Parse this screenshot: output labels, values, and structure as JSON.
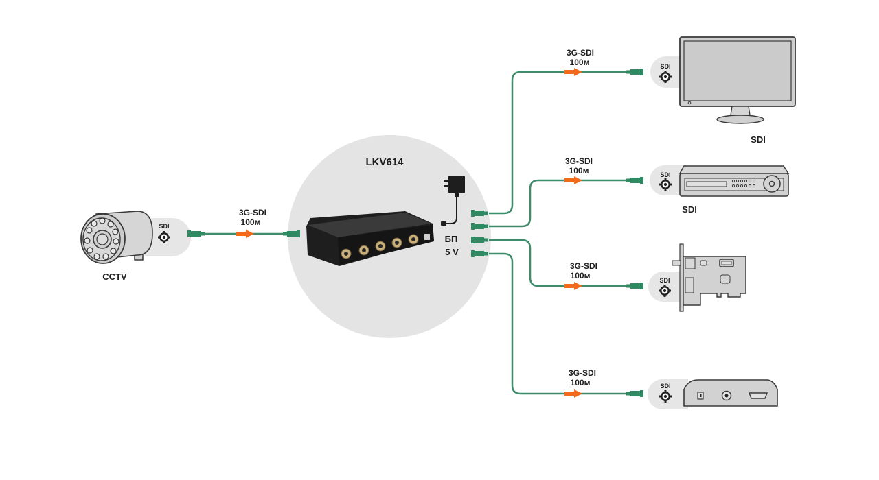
{
  "diagram": {
    "title": "LKV614",
    "colors": {
      "cable": "#3f8c6c",
      "connector": "#2f8a63",
      "arrow": "#f26a1b",
      "hub_circle": "#e4e4e4",
      "port_bubble": "#e6e6e6",
      "text": "#1e1e1e",
      "device_outline": "#3a3a3a",
      "device_fill": "#d2d2d2"
    },
    "source": {
      "name": "CCTV",
      "port_label": "SDI",
      "icon": "cctv-camera-icon"
    },
    "input_link": {
      "cable_type": "3G-SDI",
      "distance": "100м"
    },
    "splitter": {
      "model": "LKV614",
      "icon": "sdi-splitter-box-icon",
      "power_label_line1": "БП",
      "power_label_line2": "5 V",
      "power_icon": "power-adapter-icon",
      "outputs": 4
    },
    "outputs": [
      {
        "device": "monitor",
        "icon": "monitor-icon",
        "port_label": "SDI",
        "caption": "SDI",
        "cable_type": "3G-SDI",
        "distance": "100м"
      },
      {
        "device": "dvr",
        "icon": "dvr-recorder-icon",
        "port_label": "SDI",
        "caption": "SDI",
        "cable_type": "3G-SDI",
        "distance": "100м"
      },
      {
        "device": "capture-card",
        "icon": "capture-card-icon",
        "port_label": "SDI",
        "caption": "",
        "cable_type": "3G-SDI",
        "distance": "100м"
      },
      {
        "device": "converter-box",
        "icon": "converter-box-icon",
        "port_label": "SDI",
        "caption": "",
        "cable_type": "3G-SDI",
        "distance": "100м"
      }
    ]
  }
}
